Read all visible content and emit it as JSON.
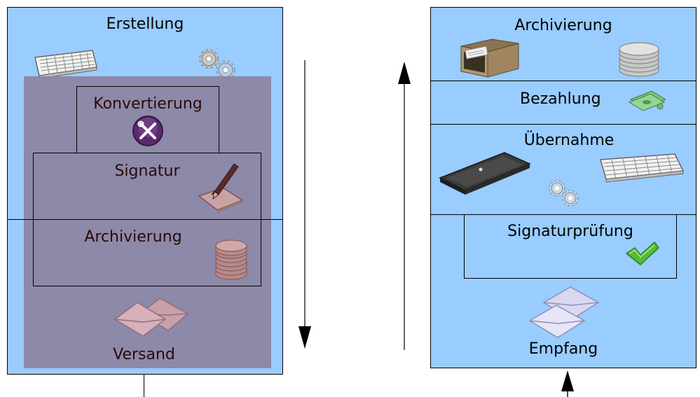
{
  "left": {
    "title": "Erstellung",
    "konvertierung": "Konvertierung",
    "signatur": "Signatur",
    "archivierung": "Archivierung",
    "versand": "Versand"
  },
  "right": {
    "archivierung": "Archivierung",
    "bezahlung": "Bezahlung",
    "uebernahme": "Übernahme",
    "signaturpruefung": "Signaturprüfung",
    "empfang": "Empfang"
  },
  "icons": {
    "keyboard": "keyboard-icon",
    "gears": "gears-icon",
    "tools": "tools-icon",
    "pen": "pen-signature-icon",
    "database": "database-icon",
    "envelopes": "envelopes-icon",
    "file_cabinet": "file-cabinet-icon",
    "money": "money-icon",
    "scanner": "scanner-icon",
    "checkmark": "checkmark-icon"
  },
  "colors": {
    "panel": "#99ccff",
    "overlay": "#8c82a0",
    "check": "#55bb33"
  }
}
